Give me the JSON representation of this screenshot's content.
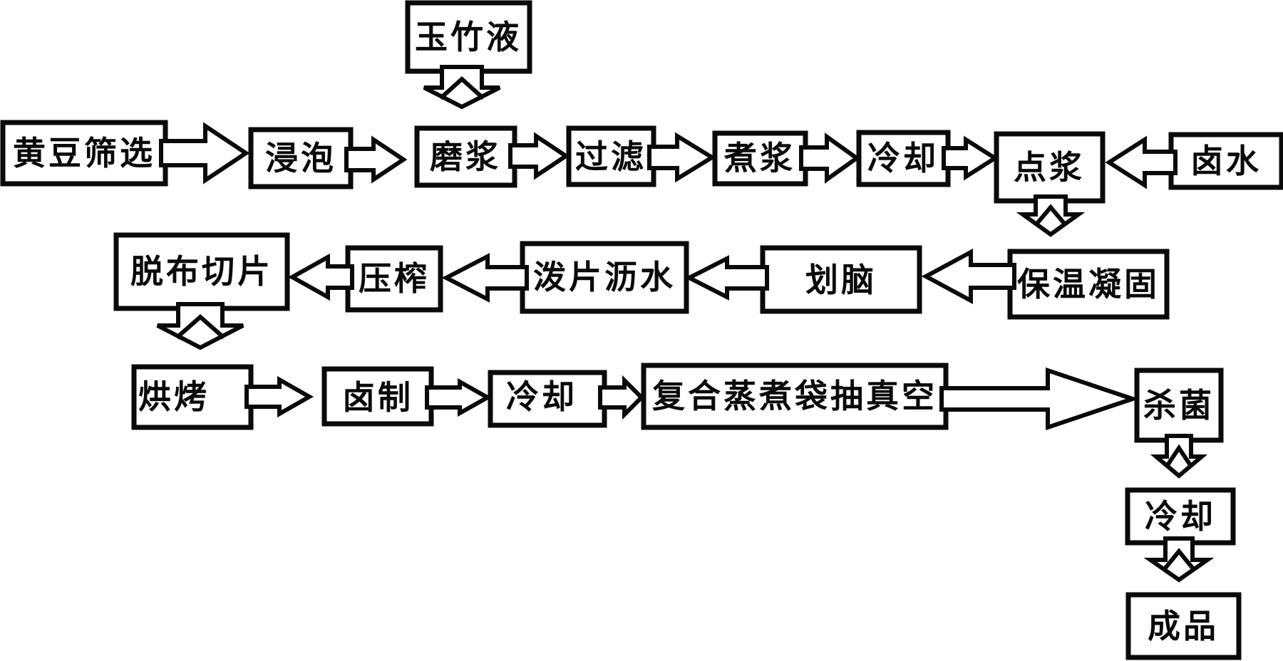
{
  "diagram": {
    "type": "flowchart",
    "description": "Production process flow diagram (patent-style line drawing)",
    "background_color": "#ffffff",
    "line_color": "#000000",
    "box_fill": "#ffffff",
    "nodes": [
      {
        "id": "yuzhu-liquid",
        "label": "玉竹液"
      },
      {
        "id": "soybean-screening",
        "label": "黄豆筛选"
      },
      {
        "id": "soaking",
        "label": "浸泡"
      },
      {
        "id": "grinding",
        "label": "磨浆"
      },
      {
        "id": "filtering",
        "label": "过滤"
      },
      {
        "id": "boiling",
        "label": "煮浆"
      },
      {
        "id": "cooling-1",
        "label": "冷却"
      },
      {
        "id": "coagulating",
        "label": "点浆"
      },
      {
        "id": "brine",
        "label": "卤水"
      },
      {
        "id": "warm-solidifying",
        "label": "保温凝固"
      },
      {
        "id": "curd-cutting",
        "label": "划脑"
      },
      {
        "id": "slice-draining",
        "label": "泼片沥水"
      },
      {
        "id": "pressing",
        "label": "压榨"
      },
      {
        "id": "decloth-slicing",
        "label": "脱布切片"
      },
      {
        "id": "baking",
        "label": "烘烤"
      },
      {
        "id": "marinating",
        "label": "卤制"
      },
      {
        "id": "cooling-2",
        "label": "冷却"
      },
      {
        "id": "vacuum-packing",
        "label": "复合蒸煮袋抽真空"
      },
      {
        "id": "sterilizing",
        "label": "杀菌"
      },
      {
        "id": "cooling-3",
        "label": "冷却"
      },
      {
        "id": "finished-product",
        "label": "成品"
      }
    ],
    "edges": [
      {
        "from": "玉竹液",
        "to": "磨浆",
        "direction": "down"
      },
      {
        "from": "黄豆筛选",
        "to": "浸泡",
        "direction": "right"
      },
      {
        "from": "浸泡",
        "to": "磨浆",
        "direction": "right"
      },
      {
        "from": "磨浆",
        "to": "过滤",
        "direction": "right"
      },
      {
        "from": "过滤",
        "to": "煮浆",
        "direction": "right"
      },
      {
        "from": "煮浆",
        "to": "冷却",
        "direction": "right"
      },
      {
        "from": "冷却",
        "to": "点浆",
        "direction": "right"
      },
      {
        "from": "卤水",
        "to": "点浆",
        "direction": "left"
      },
      {
        "from": "点浆",
        "to": "保温凝固",
        "direction": "down"
      },
      {
        "from": "保温凝固",
        "to": "划脑",
        "direction": "left"
      },
      {
        "from": "划脑",
        "to": "泼片沥水",
        "direction": "left"
      },
      {
        "from": "泼片沥水",
        "to": "压榨",
        "direction": "left"
      },
      {
        "from": "压榨",
        "to": "脱布切片",
        "direction": "left"
      },
      {
        "from": "脱布切片",
        "to": "烘烤",
        "direction": "down"
      },
      {
        "from": "烘烤",
        "to": "卤制",
        "direction": "right"
      },
      {
        "from": "卤制",
        "to": "冷却",
        "direction": "right"
      },
      {
        "from": "冷却",
        "to": "复合蒸煮袋抽真空",
        "direction": "right"
      },
      {
        "from": "复合蒸煮袋抽真空",
        "to": "杀菌",
        "direction": "right"
      },
      {
        "from": "杀菌",
        "to": "冷却",
        "direction": "down"
      },
      {
        "from": "冷却",
        "to": "成品",
        "direction": "down"
      }
    ]
  }
}
